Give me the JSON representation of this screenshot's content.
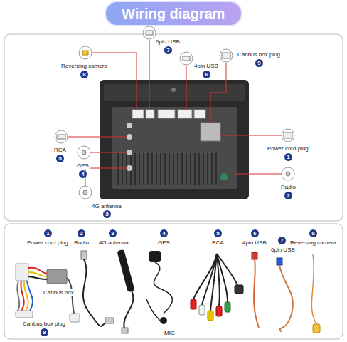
{
  "diagram": {
    "title": "Wiring diagram",
    "labels": [
      "Reversing camera",
      "8",
      "6pin USB",
      "7",
      "4pin USB",
      "6",
      "Canbus box plug",
      "9",
      "RCA",
      "5",
      "GPS",
      "4",
      "Power cord plug",
      "1",
      "Radio",
      "2",
      "4G antenna",
      "3",
      "1",
      "Power cord plug",
      "2",
      "Radio",
      "3",
      "4G antenna",
      "4",
      "GPS",
      "5",
      "RCA",
      "6",
      "4pin USB",
      "7",
      "6pin USB",
      "8",
      "Reversing camera",
      "Canbus box",
      "Canbus box plug",
      "9",
      "MIC"
    ]
  }
}
